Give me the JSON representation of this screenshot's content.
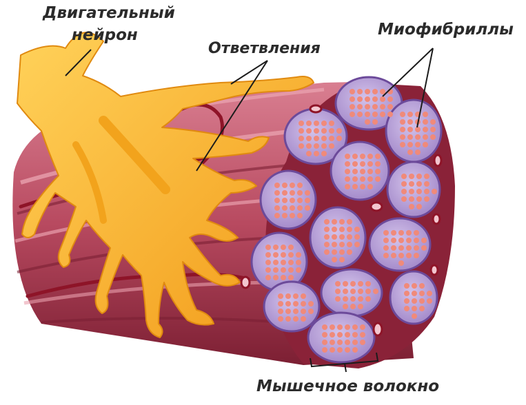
{
  "labels": {
    "neuron_line1": "Двигательный",
    "neuron_line2": "нейрон",
    "branches": "Ответвления",
    "myofibrils": "Миофибриллы",
    "muscle_fiber": "Мышечное волокно"
  },
  "colors": {
    "muscle_dark": "#7c1f33",
    "muscle_mid": "#b84a60",
    "muscle_light": "#d97f91",
    "vessel": "#8e1428",
    "nerve": "#f5a81f",
    "nerve_light": "#ffd25a",
    "fiber_fill": "#b9a2d8",
    "fiber_edge": "#6c4a9a",
    "myofibril": "#f08a7a",
    "leader_line": "#1c1c1c"
  }
}
